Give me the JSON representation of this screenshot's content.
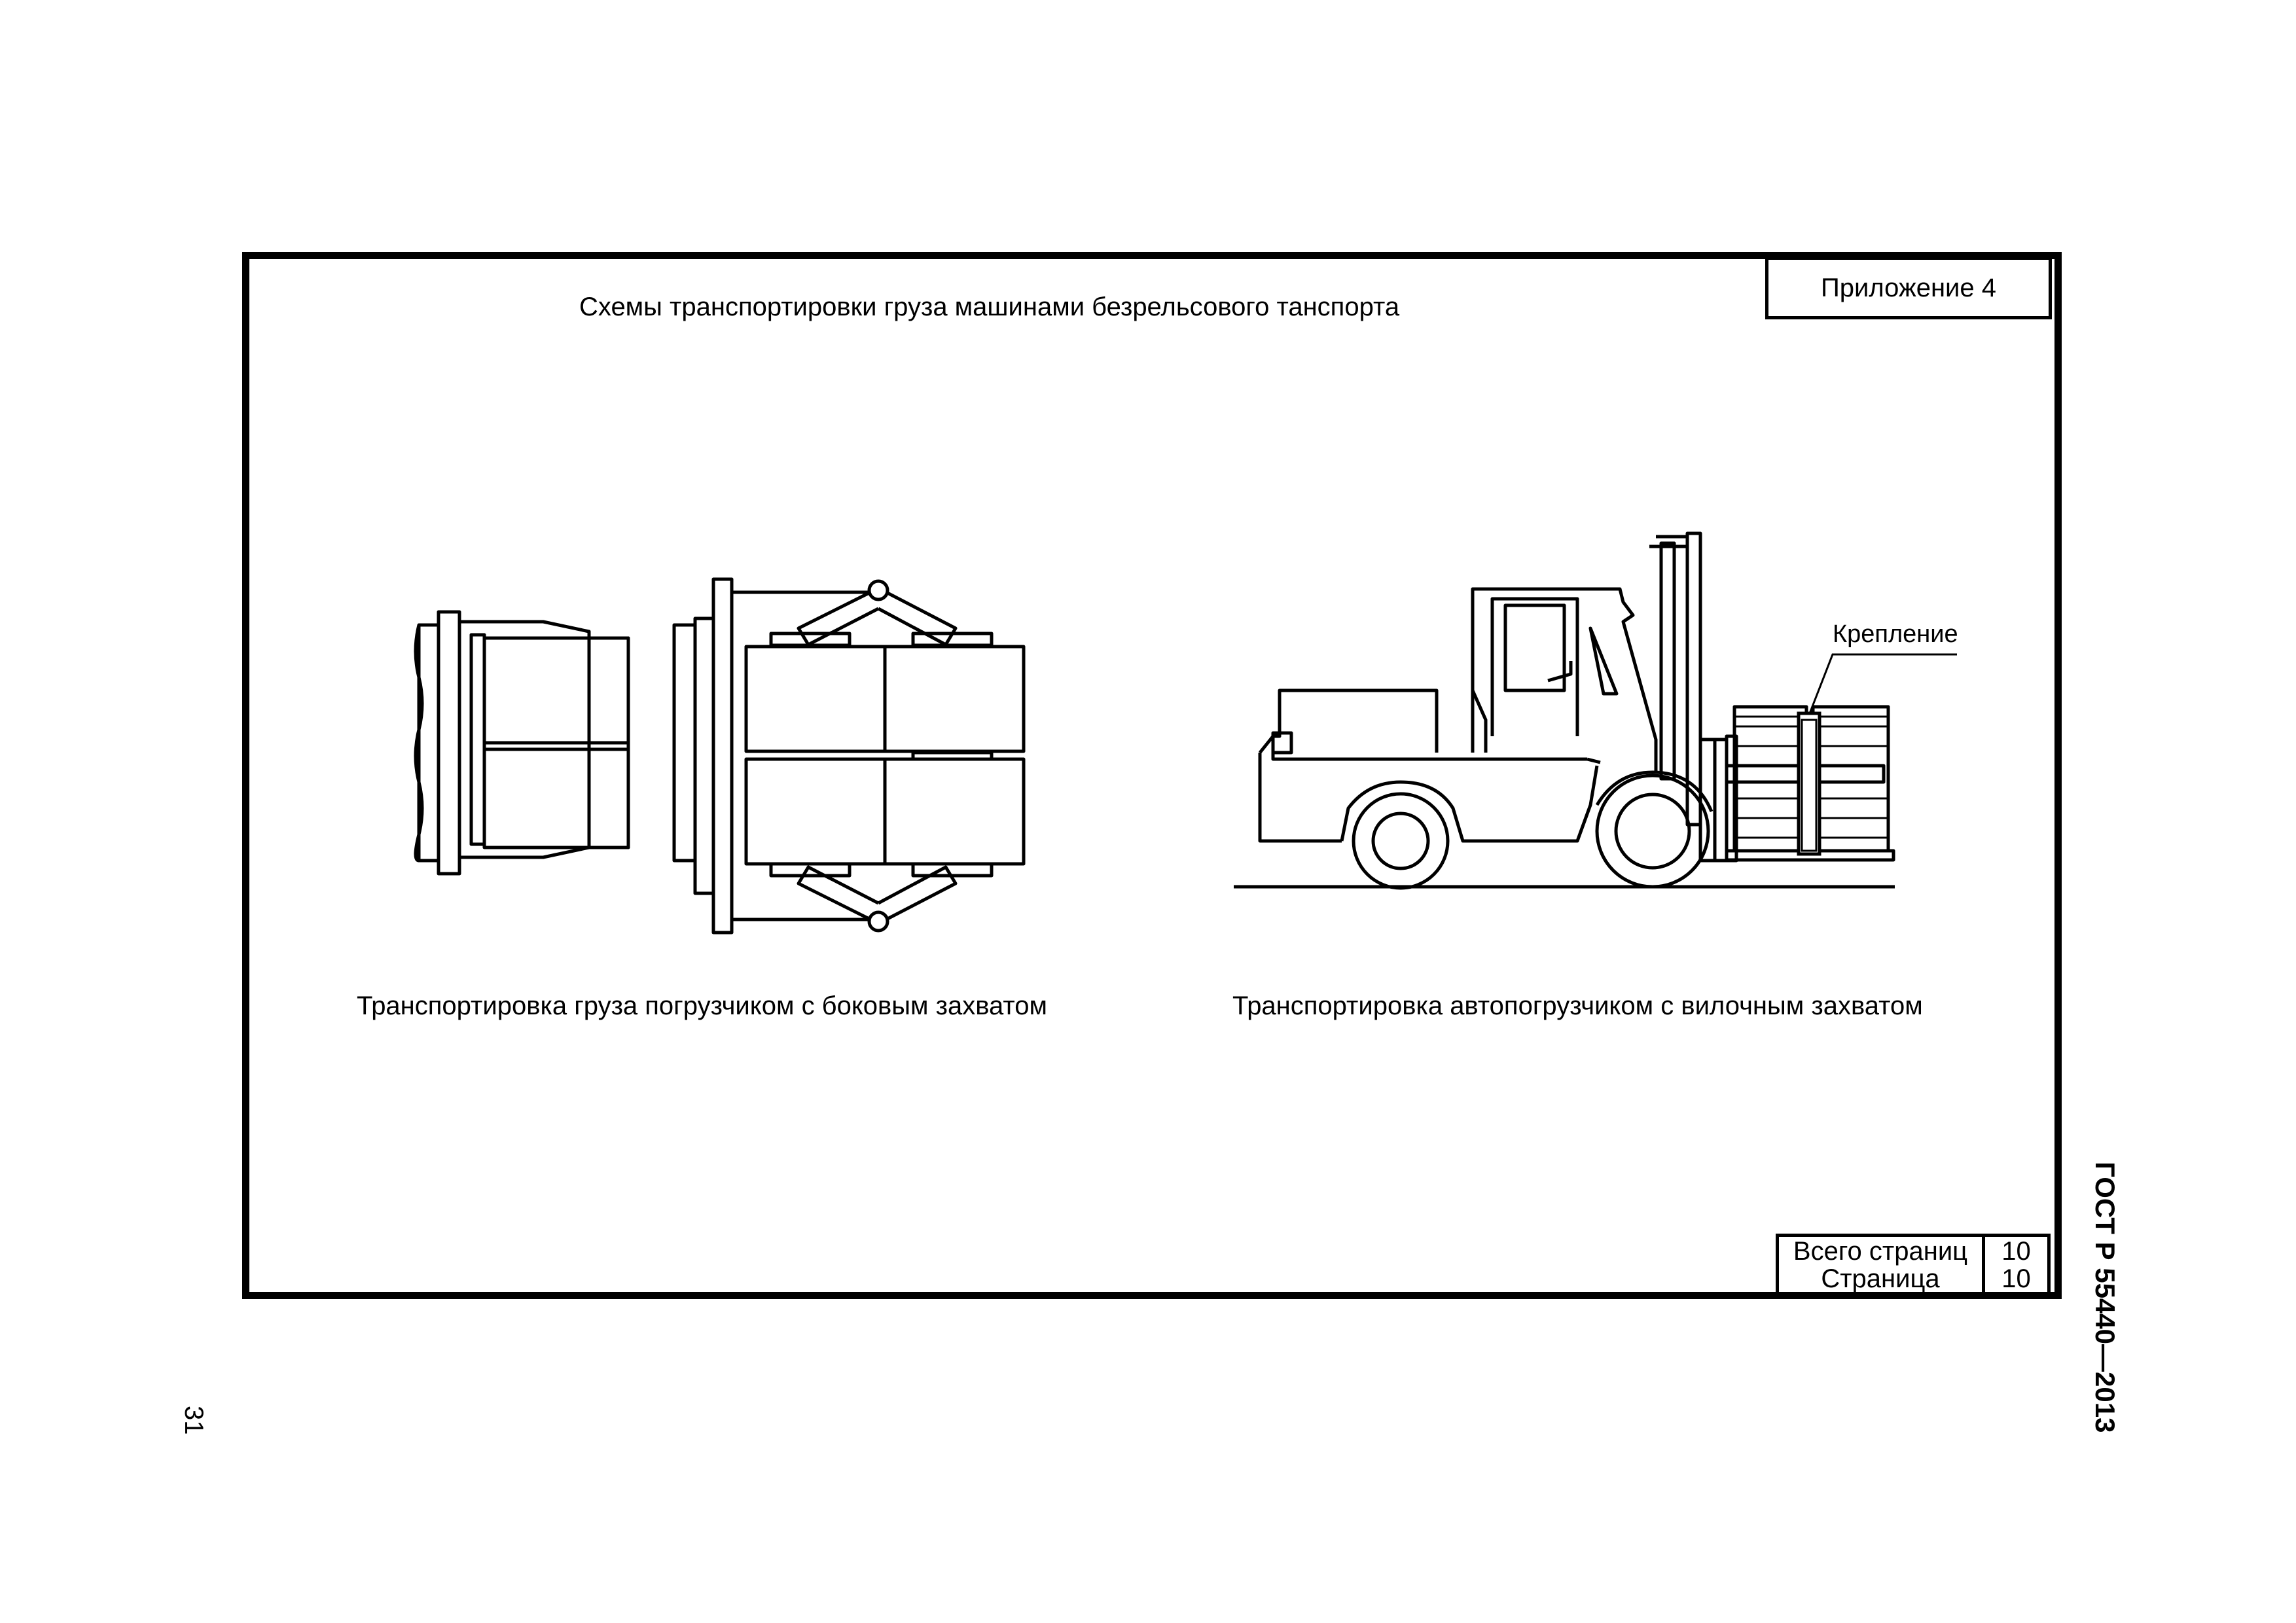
{
  "document": {
    "title": "Схемы транспортировки груза машинами безрельсового танспорта",
    "appendix": "Приложение 4",
    "captions": {
      "side_clamp": "Транспортировка груза погрузчиком с боковым захватом",
      "forklift": "Транспортировка автопогрузчиком с вилочным захватом"
    },
    "callout": "Крепление",
    "pages_table": {
      "total_label": "Всего страниц",
      "total_value": "10",
      "page_label": "Страница",
      "page_value": "10"
    },
    "standard_code": "ГОСТ Р 55440—2013",
    "page_number": "31"
  }
}
